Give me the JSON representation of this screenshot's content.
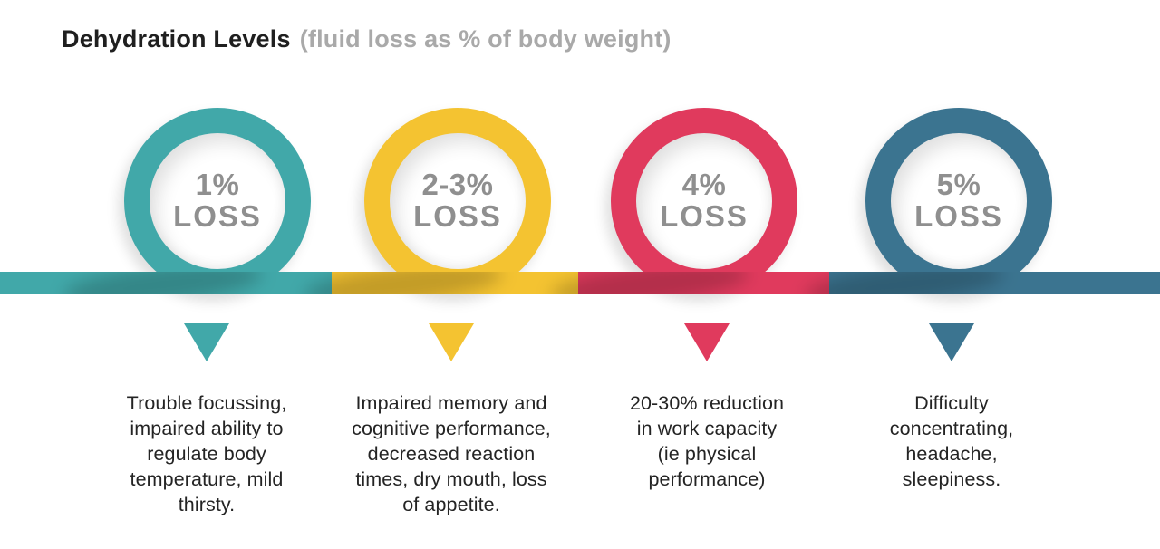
{
  "title": {
    "main": "Dehydration Levels",
    "subtitle": "(fluid loss as % of body weight)"
  },
  "colors": {
    "teal": "#41A8A9",
    "yellow": "#F4C331",
    "red": "#E03A5D",
    "blue": "#3B7490",
    "ring_label_gray": "#8F8F8F",
    "title_dark": "#1F1F1F",
    "subtitle_gray": "#A9A9A9",
    "body_text": "#242424",
    "background": "#FFFFFF"
  },
  "stages": [
    {
      "percent": "1%",
      "loss_label": "LOSS",
      "color": "#41A8A9",
      "description": "Trouble focussing,\nimpaired ability to\nregulate body\ntemperature, mild\nthirsty."
    },
    {
      "percent": "2-3%",
      "loss_label": "LOSS",
      "color": "#F4C331",
      "description": "Impaired memory and\ncognitive performance,\ndecreased reaction\ntimes, dry mouth, loss\nof appetite."
    },
    {
      "percent": "4%",
      "loss_label": "LOSS",
      "color": "#E03A5D",
      "description": "20-30% reduction\nin work capacity\n(ie physical\nperformance)"
    },
    {
      "percent": "5%",
      "loss_label": "LOSS",
      "color": "#3B7490",
      "description": "Difficulty\nconcentrating,\nheadache,\nsleepiness."
    }
  ]
}
